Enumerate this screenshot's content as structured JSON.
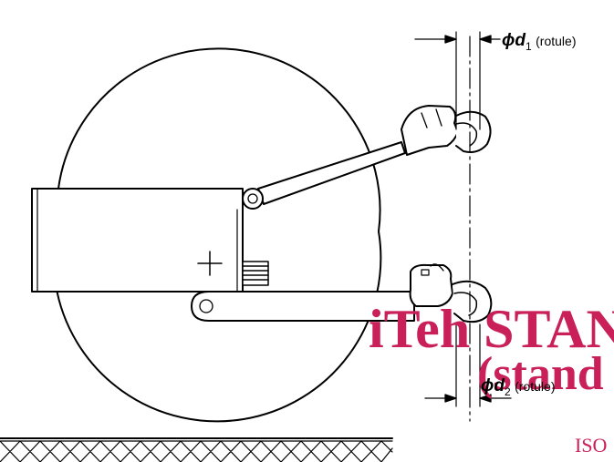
{
  "colors": {
    "ink": "#000000",
    "paper": "#ffffff",
    "watermark": "#c9205a"
  },
  "labels": {
    "d1_symbol": "ϕd",
    "d1_subscript": "1",
    "d1_note": "(rotule)",
    "d2_symbol": "ϕd",
    "d2_subscript": "2",
    "d2_note": "(rotule)"
  },
  "watermark": {
    "line1": "iTeh STAND",
    "line2": "(stand",
    "line3": "ISO"
  },
  "ground": {
    "hatch_icon": "ground-hatch-icon"
  }
}
